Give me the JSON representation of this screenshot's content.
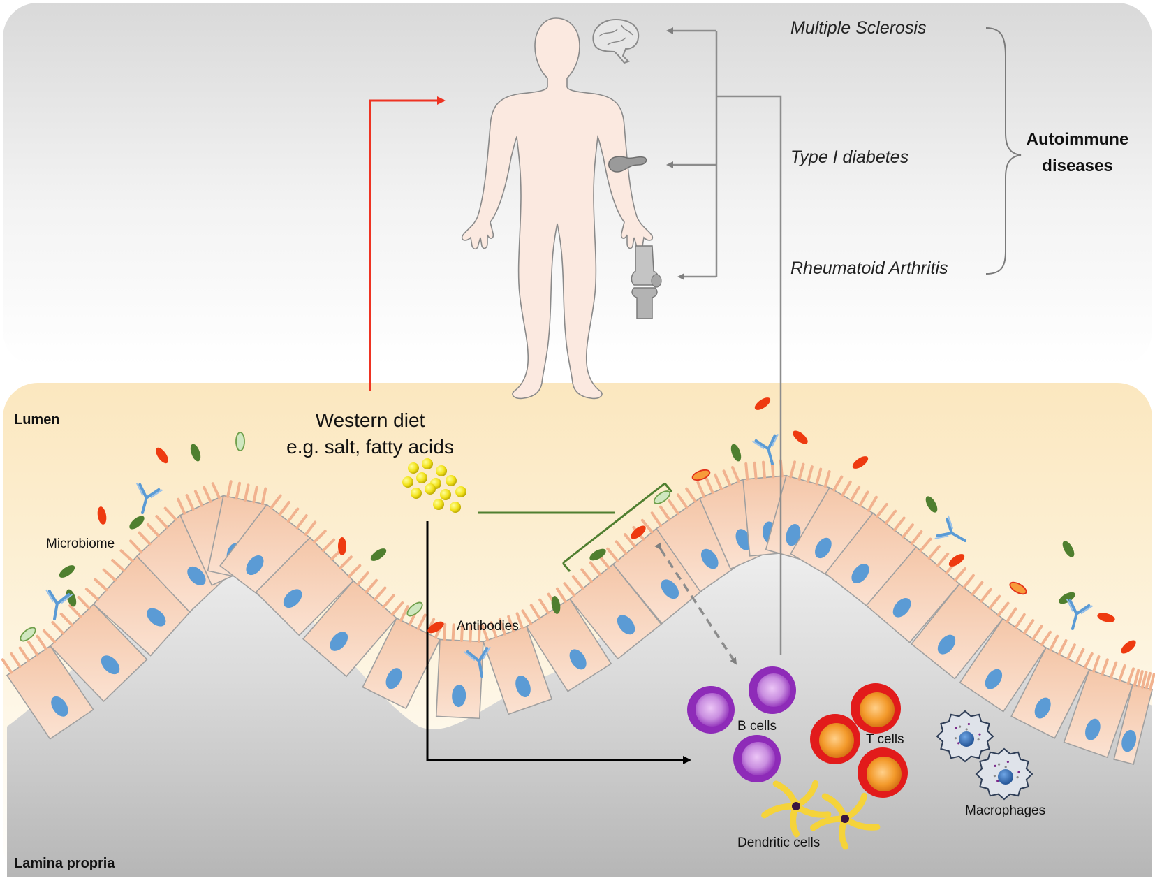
{
  "diseases": {
    "items": [
      {
        "label": "Multiple Sclerosis",
        "organ_icon": "brain-icon"
      },
      {
        "label": "Type I diabetes",
        "organ_icon": "pancreas-icon"
      },
      {
        "label": "Rheumatoid Arthritis",
        "organ_icon": "knee-joint-icon"
      }
    ],
    "group_label": "Autoimmune diseases"
  },
  "regions": {
    "lumen": "Lumen",
    "lamina_propria": "Lamina propria"
  },
  "diet": {
    "line1": "Western diet",
    "line2": "e.g. salt, fatty acids"
  },
  "labels": {
    "microbiome": "Microbiome",
    "antibodies": "Antibodies",
    "b_cells": "B cells",
    "t_cells": "T cells",
    "macrophages": "Macrophages",
    "dendritic_cells": "Dendritic cells"
  },
  "colors": {
    "diet_arrow": "#ee3322",
    "lumen_bg": "#fbeccb",
    "epithelium": "#f6cbb0",
    "nucleus": "#5b9bd5",
    "antibody": "#5b9bd5",
    "bacteria_green": "#4f7f2f",
    "bacteria_red": "#ee3a10",
    "b_cell": "#9b2fc2",
    "t_cell": "#e21b1b",
    "dendritic": "#f5d33a",
    "inhibit_line": "#507f30"
  }
}
